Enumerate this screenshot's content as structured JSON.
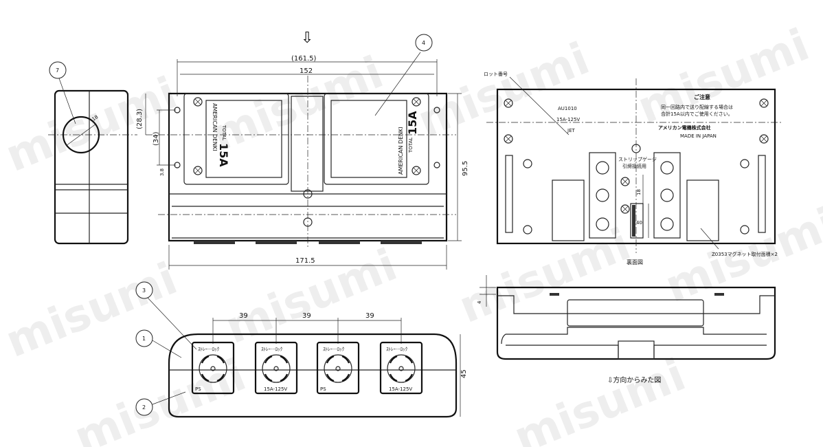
{
  "watermark": "misumi",
  "balloons": [
    "7",
    "4",
    "3",
    "1",
    "2"
  ],
  "front_view": {
    "dim_overall_ref": "(161.5)",
    "dim_hole_pitch": "152",
    "dim_width": "171.5",
    "dim_height": "95.5",
    "dim_ref_28": "(28.3)",
    "dim_ref_34": "(34)",
    "dim_38": "3.8",
    "brand": "AMERICAN DENKI",
    "total_label": "TOTAL",
    "rating": "15A",
    "view_arrow": "⇩"
  },
  "side_view": {
    "dim_18": "18"
  },
  "bottom_view": {
    "pitch": [
      "39",
      "39",
      "39"
    ],
    "height": "45",
    "outlet_top_text": "ｽﾄﾚｰ···ﾛｯｸ",
    "outlet_rating": "15A-125V",
    "outlet_mark": "PS"
  },
  "back_view": {
    "lot_label": "ロット番号",
    "model": "AU1010",
    "rating": "15A-125V",
    "jet_mark": "JET",
    "caution_title": "ご注意",
    "caution_text": [
      "同一回路内で送り配線する場合は",
      "合計15A以内でご使用ください。"
    ],
    "maker": "アメリカン電機株式会社",
    "made_in": "MADE IN JAPAN",
    "strip_gauge": [
      "ストリップゲージ",
      "引締接続用"
    ],
    "dim_18": "18",
    "dim_40": "40",
    "magnet_note": "Z0353マグネット取付面積×2",
    "caption": "裏面図"
  },
  "arrow_view": {
    "dim_4": "4",
    "caption": "⇩方向からみた図"
  }
}
